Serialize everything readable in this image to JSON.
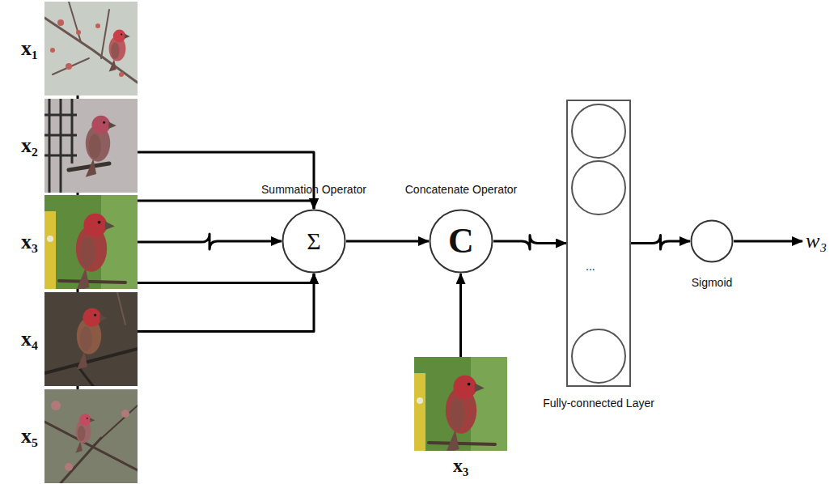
{
  "diagram": {
    "nodes": [
      {
        "text": [
          "x₁"
        ]
      },
      {
        "text": [
          "x₂"
        ]
      },
      {
        "text": [
          "x₃"
        ]
      },
      {
        "text": [
          "x₄"
        ]
      },
      {
        "text": [
          "x₅"
        ]
      },
      {
        "text": [
          "Summation Operator",
          "Σ"
        ]
      },
      {
        "text": [
          "Concatenate Operator",
          "C"
        ]
      },
      {
        "text": [
          "x₃"
        ]
      },
      {
        "text": [
          "...",
          "Fully-connected Layer"
        ]
      },
      {
        "text": [
          "Sigmoid"
        ]
      }
    ],
    "edges": [
      {
        "from": 0,
        "to": 5,
        "arrow": "to"
      },
      {
        "from": 1,
        "to": 5,
        "arrow": "to"
      },
      {
        "from": 2,
        "to": 5,
        "arrow": "to"
      },
      {
        "from": 3,
        "to": 5,
        "arrow": "to"
      },
      {
        "from": 4,
        "to": 5,
        "arrow": "to"
      },
      {
        "from": 5,
        "to": 6,
        "arrow": "to"
      },
      {
        "from": 7,
        "to": 6,
        "arrow": "to"
      },
      {
        "from": 6,
        "to": 8,
        "arrow": "to"
      },
      {
        "from": 8,
        "to": 9,
        "arrow": "to"
      }
    ],
    "labels": [
      "w₃"
    ]
  }
}
